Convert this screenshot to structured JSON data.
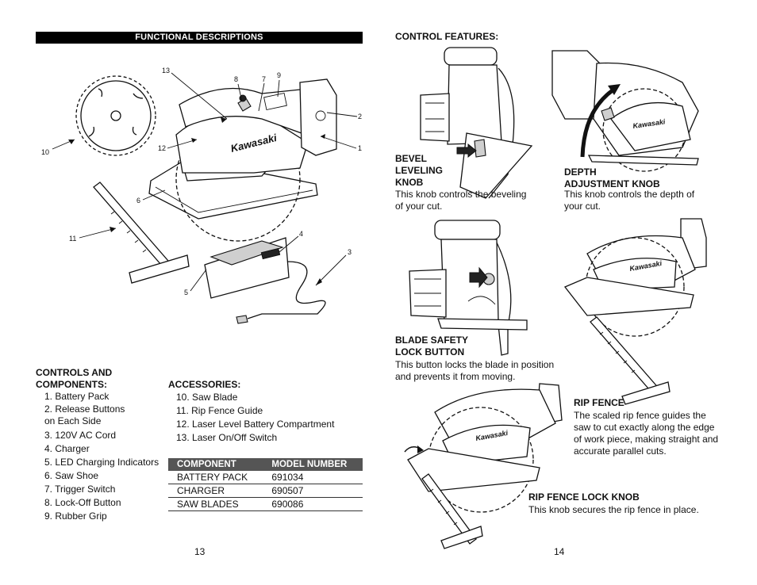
{
  "left_page": {
    "section_header": "FUNCTIONAL DESCRIPTIONS",
    "brand_logo": "Kawasaki",
    "callouts": [
      "13",
      "8",
      "7",
      "9",
      "2",
      "1",
      "10",
      "12",
      "6",
      "11",
      "4",
      "3",
      "5"
    ],
    "controls_title": "CONTROLS AND\nCOMPONENTS:",
    "controls": [
      "1. Battery Pack",
      "2. Release Buttons\n    on Each Side",
      "3. 120V AC Cord",
      "4. Charger",
      "5. LED Charging Indicators",
      "6. Saw Shoe",
      "7. Trigger Switch",
      "8. Lock-Off Button",
      "9. Rubber Grip"
    ],
    "accessories_title": "ACCESSORIES:",
    "accessories": [
      "10. Saw Blade",
      "11. Rip Fence Guide",
      "12. Laser Level Battery Compartment",
      "13. Laser On/Off Switch"
    ],
    "table": {
      "headers": [
        "COMPONENT",
        "MODEL NUMBER"
      ],
      "rows": [
        [
          "BATTERY PACK",
          "691034"
        ],
        [
          "CHARGER",
          "690507"
        ],
        [
          "SAW BLADES",
          "690086"
        ]
      ]
    },
    "page_number": "13"
  },
  "right_page": {
    "section_title": "CONTROL FEATURES:",
    "bevel": {
      "title": "BEVEL\nLEVELING\nKNOB",
      "text": "This knob controls the beveling\nof your cut."
    },
    "depth": {
      "title": "DEPTH\nADJUSTMENT KNOB",
      "text": "This  knob  controls  the  depth  of\nyour cut."
    },
    "safety": {
      "title": "BLADE SAFETY\nLOCK BUTTON",
      "text": "This button locks the blade in position\nand prevents it from moving."
    },
    "rip_fence": {
      "title": "RIP FENCE",
      "text": "The scaled rip fence guides the\nsaw to cut exactly along the edge\nof work piece, making straight and\naccurate parallel cuts."
    },
    "rip_lock": {
      "title": "RIP FENCE LOCK KNOB",
      "text": "This knob secures the rip fence in place."
    },
    "page_number": "14"
  }
}
